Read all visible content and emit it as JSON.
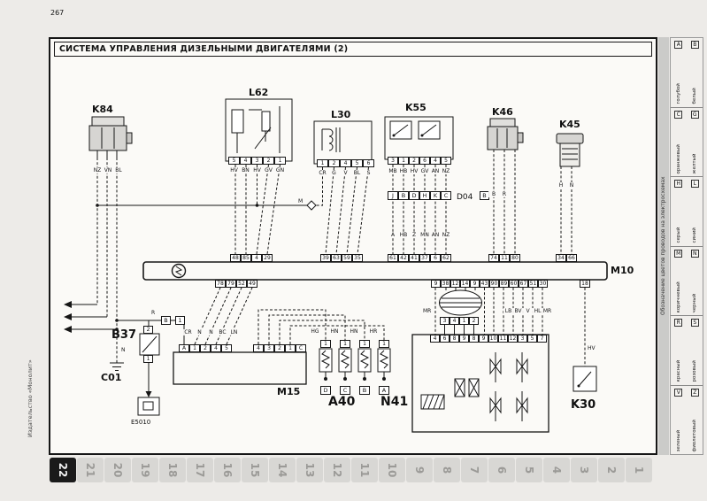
{
  "page": {
    "number": "267",
    "publisher": "Издательство «Монолит»"
  },
  "title": "СИСТЕМА УПРАВЛЕНИЯ ДИЗЕЛЬНЫМИ ДВИГАТЕЛЯМИ (2)",
  "legend": {
    "caption": "Обозначение цветов проводов на электросхемах",
    "letters": [
      "A",
      "B",
      "C",
      "G",
      "H",
      "L",
      "M",
      "N",
      "R",
      "S",
      "V",
      "Z"
    ],
    "colors": [
      "голубой",
      "белый",
      "оранжевый",
      "желтый",
      "серый",
      "синий",
      "коричневый",
      "черный",
      "красный",
      "розовый",
      "зеленый",
      "фиолетовый"
    ]
  },
  "tabs": {
    "active": "22",
    "items": [
      "22",
      "21",
      "20",
      "19",
      "18",
      "17",
      "16",
      "15",
      "14",
      "13",
      "12",
      "11",
      "10",
      "9",
      "8",
      "7",
      "6",
      "5",
      "4",
      "3",
      "2",
      "1"
    ]
  },
  "components": {
    "k84": {
      "label": "K84",
      "wire_labels": [
        "NZ",
        "VN",
        "BL"
      ]
    },
    "l62": {
      "label": "L62",
      "pins": [
        "5",
        "4",
        "3",
        "2",
        "1"
      ],
      "wire_labels": [
        "HV",
        "BN",
        "HV",
        "GV",
        "GN"
      ]
    },
    "l30": {
      "label": "L30",
      "pins": [
        "1",
        "2",
        "4",
        "5",
        "6"
      ],
      "wire_labels": [
        "CR",
        "G",
        "V",
        "BL",
        "S"
      ]
    },
    "k55": {
      "label": "K55",
      "pins": [
        "3",
        "1",
        "2",
        "6",
        "4",
        "5"
      ],
      "wire_labels": [
        "MB",
        "HB",
        "HV",
        "GV",
        "AN",
        "NZ"
      ],
      "lower_labels": [
        "A",
        "HB",
        "Z",
        "MN",
        "AN",
        "NZ"
      ]
    },
    "d04": {
      "label": "D04",
      "suffix": "B",
      "pins": [
        "J",
        "B",
        "D",
        "H",
        "K",
        "C"
      ]
    },
    "k46": {
      "label": "K46",
      "wire_labels": [
        "B",
        "R"
      ]
    },
    "k45": {
      "label": "K45",
      "wire_labels": [
        "H",
        "N"
      ]
    },
    "m10": {
      "label": "M10",
      "top_pins_1": [
        "48",
        "85",
        "4",
        "29"
      ],
      "top_pins_2": [
        "39",
        "63",
        "59",
        "35"
      ],
      "top_pins_3": [
        "61",
        "42",
        "41",
        "37",
        "6",
        "62"
      ],
      "top_pins_4": [
        "74",
        "11",
        "80"
      ],
      "top_pins_5": [
        "34",
        "66"
      ],
      "bottom_pins_1": [
        "78",
        "79",
        "52",
        "49"
      ],
      "bottom_pins_2": [
        "9",
        "38",
        "12",
        "14",
        "9",
        "43",
        "90",
        "89",
        "60",
        "67",
        "51",
        "30"
      ],
      "bottom_pins_3": [
        "18"
      ]
    },
    "m15": {
      "label": "M15",
      "top_left_pins": [
        "A",
        "1",
        "2",
        "4",
        "5"
      ],
      "top_right_pins": [
        "4",
        "3",
        "2",
        "1",
        "C"
      ],
      "wire_labels": [
        "CR",
        "N",
        "N",
        "BC",
        "LN"
      ]
    },
    "b37": {
      "label": "B37",
      "pins": [
        "2",
        "1"
      ],
      "wire_label": "R",
      "markers": [
        "B",
        "1"
      ]
    },
    "c01": {
      "label": "C01",
      "wire_label": "N"
    },
    "e5010": {
      "label": "E5010"
    },
    "a40": {
      "label": "A40",
      "pins": [
        "1",
        "1",
        "1",
        "1"
      ],
      "wire_labels": [
        "HG",
        "HN",
        "HN",
        "HR"
      ],
      "sockets": [
        "D",
        "C",
        "B",
        "A"
      ]
    },
    "n41": {
      "label": "N41",
      "top_pins": [
        "4",
        "6",
        "8",
        "9",
        "8",
        "9",
        "10",
        "11",
        "12",
        "3",
        "5",
        "7"
      ],
      "valve_pins": [
        "3",
        "4",
        "1",
        "2"
      ],
      "wire_label_left": "MR",
      "wire_labels": [
        "LB",
        "BV",
        "V",
        "HL",
        "MR"
      ]
    },
    "k30": {
      "label": "K30",
      "wire_label": "HV"
    },
    "junction": {
      "label": "M"
    }
  }
}
